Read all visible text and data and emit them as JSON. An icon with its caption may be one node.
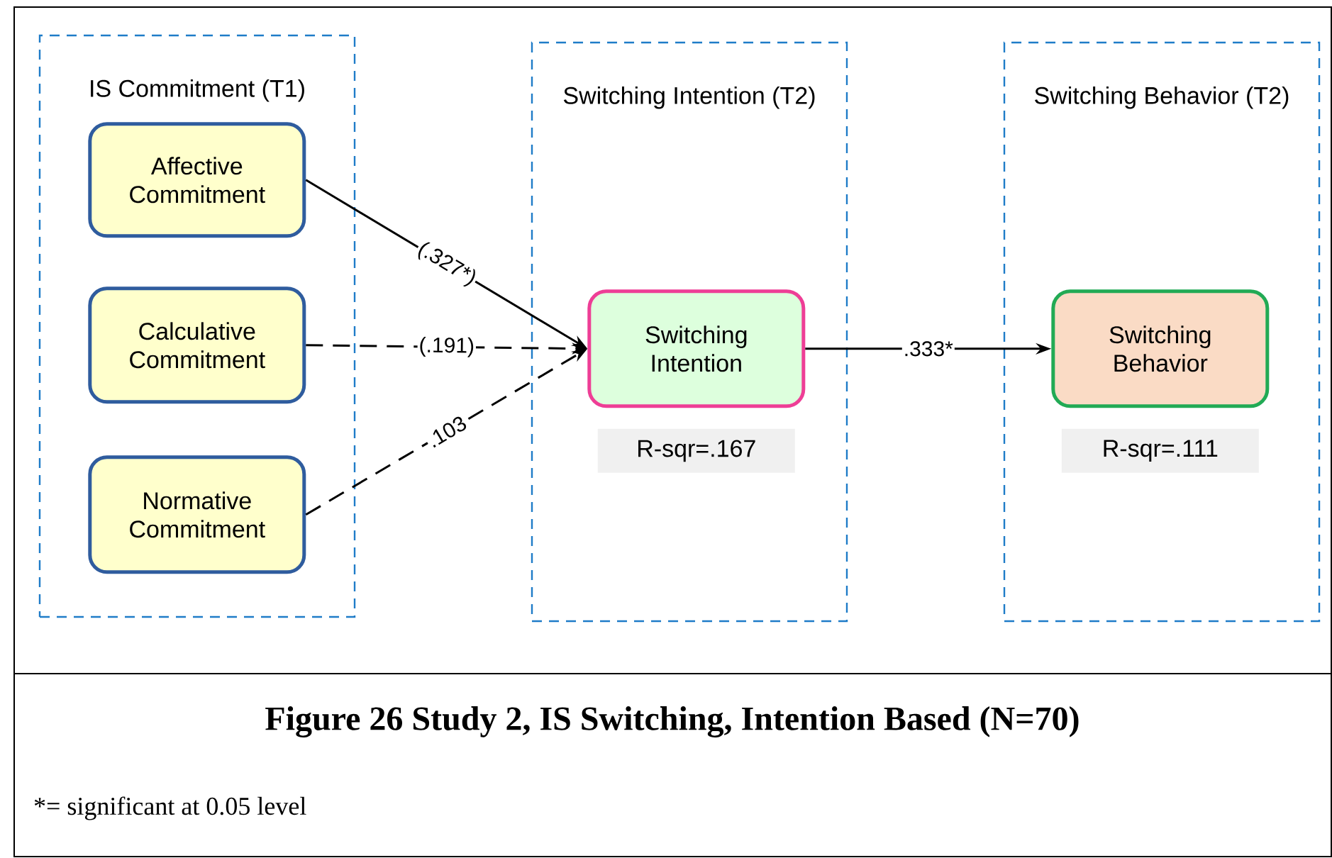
{
  "diagram": {
    "caption": "Figure 26 Study 2, IS Switching, Intention Based (N=70)",
    "nodes": [
      {
        "text": [
          "IS Commitment (T1)"
        ]
      },
      {
        "text": [
          "Affective Commitment"
        ],
        "in": 0
      },
      {
        "text": [
          "Calculative Commitment"
        ],
        "in": 0
      },
      {
        "text": [
          "Normative Commitment"
        ],
        "in": 0
      },
      {
        "text": [
          "Switching Intention (T2)"
        ]
      },
      {
        "text": [
          "Switching Intention"
        ],
        "in": 4
      },
      {
        "text": [
          "R-sqr=.167"
        ],
        "in": 4
      },
      {
        "text": [
          "Switching Behavior (T2)"
        ]
      },
      {
        "text": [
          "Switching Behavior"
        ],
        "in": 7
      },
      {
        "text": [
          "R-sqr=.111"
        ],
        "in": 7
      }
    ],
    "edges": [
      {
        "from": 1,
        "to": 5,
        "arrow": "to",
        "label": "(.327*)"
      },
      {
        "from": 2,
        "to": 5,
        "arrow": "to",
        "label": "(.191)",
        "style": "dashed"
      },
      {
        "from": 3,
        "to": 5,
        "arrow": "to",
        "label": ".103",
        "style": "dashed"
      },
      {
        "from": 5,
        "to": 8,
        "arrow": "to",
        "label": ".333*"
      }
    ],
    "labels": [
      "*= significant at 0.05 level"
    ]
  }
}
